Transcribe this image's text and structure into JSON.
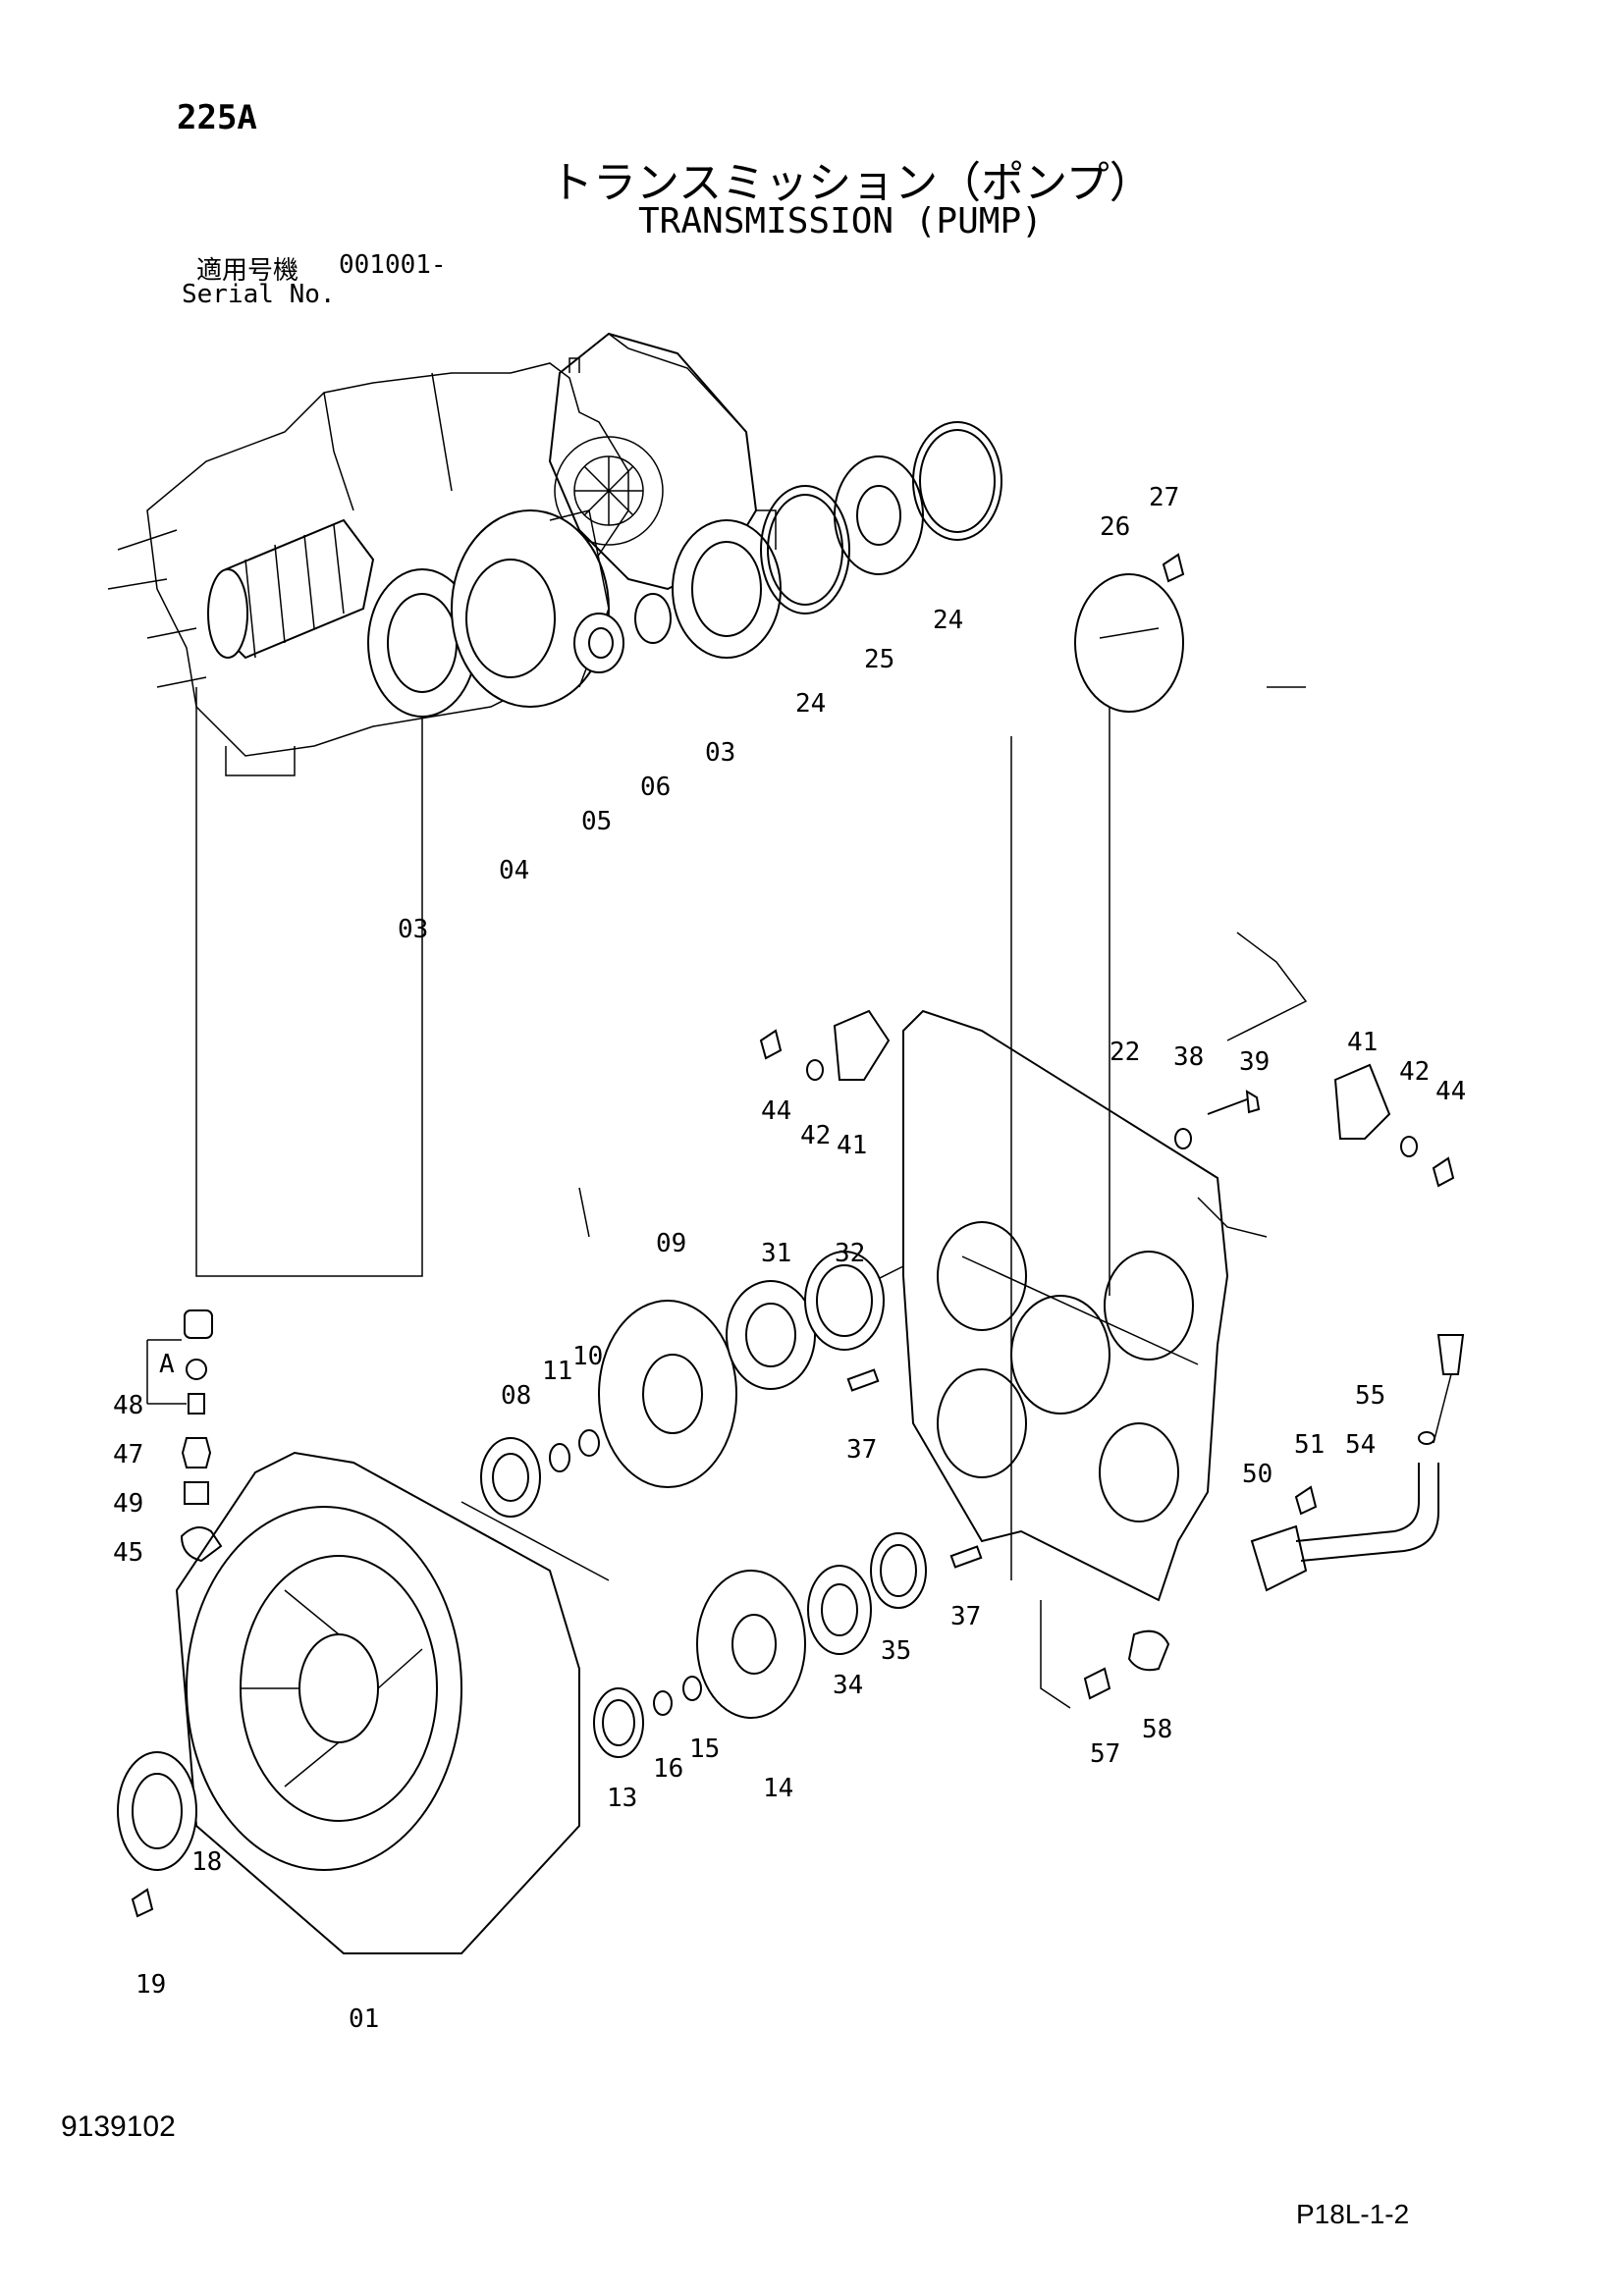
{
  "header": {
    "page_code": "225A",
    "title_jp": "トランスミッション（ポンプ）",
    "title_en": "TRANSMISSION (PUMP)",
    "serial_label_jp": "適用号機",
    "serial_value": "001001-",
    "serial_label_en": "Serial No."
  },
  "footer": {
    "doc_number": "9139102",
    "page_ref": "P18L-1-2"
  },
  "diagram": {
    "callout_letter": "A",
    "part_labels": [
      "27",
      "26",
      "24",
      "25",
      "24",
      "03",
      "06",
      "05",
      "04",
      "03",
      "44",
      "42",
      "41",
      "22",
      "38",
      "39",
      "41",
      "42",
      "44",
      "32",
      "31",
      "09",
      "37",
      "11",
      "10",
      "08",
      "55",
      "48",
      "47",
      "49",
      "45",
      "54",
      "51",
      "50",
      "37",
      "35",
      "34",
      "14",
      "15",
      "16",
      "13",
      "58",
      "57",
      "18",
      "19",
      "01"
    ]
  }
}
